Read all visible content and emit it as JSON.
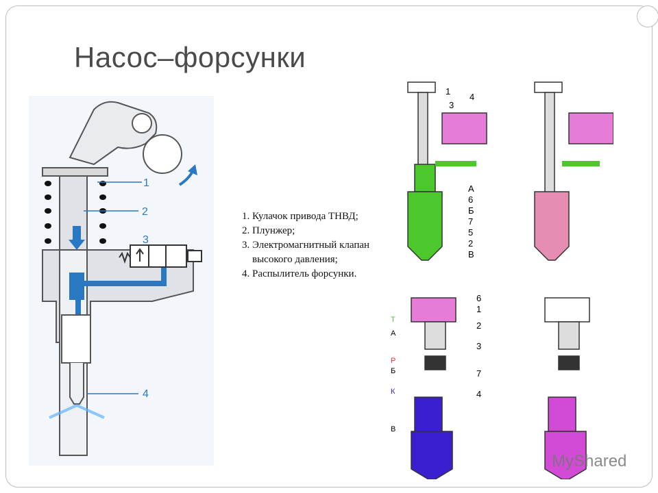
{
  "slide": {
    "title": "Насос–форсунки"
  },
  "legend": {
    "items": [
      "Кулачок привода ТНВД;",
      "Плунжер;",
      "Электромагнитный клапан высокого давления;",
      "Распылитель форсунки."
    ]
  },
  "left_figure": {
    "callouts": [
      "1",
      "2",
      "3",
      "4"
    ]
  },
  "right_figures": {
    "top_left_callouts": [
      "1",
      "2",
      "3",
      "4",
      "5",
      "6",
      "7",
      "А",
      "Б",
      "В"
    ],
    "bottom_left_callouts": [
      "1",
      "2",
      "3",
      "4",
      "6",
      "7",
      "Т",
      "А",
      "Р",
      "Б",
      "К",
      "В"
    ]
  },
  "watermark": {
    "text": "MyShared"
  },
  "colors": {
    "blue": "#2b78c2",
    "green": "#4cc82d",
    "pink": "#e58db3",
    "purple": "#3a1fd0",
    "magenta": "#d34ad6"
  }
}
